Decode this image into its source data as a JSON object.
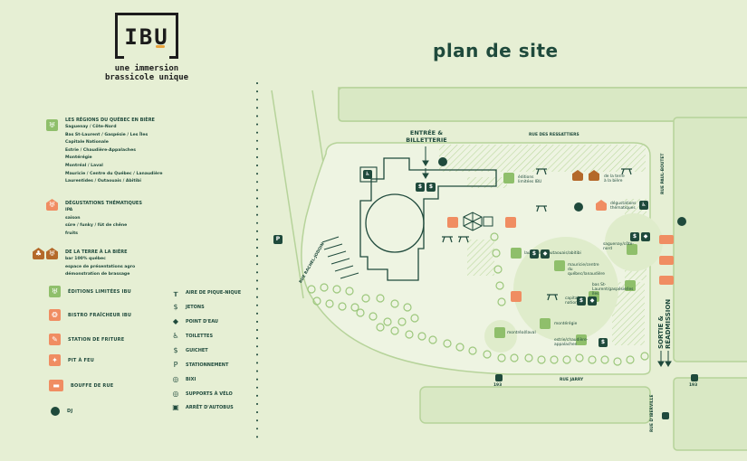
{
  "brand": {
    "logo_text": "IBU",
    "tagline_line1": "une immersion",
    "tagline_line2": "brassicole unique"
  },
  "title": "plan de site",
  "legend": {
    "regions": {
      "heading": "LES RÉGIONS DU QUÉBEC EN BIÈRE",
      "items": [
        "Saguenay / Côte-Nord",
        "Bas St-Laurent / Gaspésie / Les Îles",
        "Capitale Nationale",
        "Estrie / Chaudière-Appalaches",
        "Montérégie",
        "Montréal / Laval",
        "Mauricie / Centre du Québec / Lanaudière",
        "Laurentides / Outaouais / Abitibi"
      ]
    },
    "thematic": {
      "heading": "DÉGUSTATIONS THÉMATIQUES",
      "items": [
        "IPA",
        "saison",
        "sûre / funky / fût de chêne",
        "fruits"
      ]
    },
    "terroir": {
      "heading": "DE LA TERRE À LA BIÈRE",
      "items": [
        "bar 100% québec",
        "espace de présentations agro",
        "démonstration de brassage"
      ]
    },
    "zones": [
      {
        "label": "ÉDITIONS LIMITÉES IBU",
        "icon": "beer-glass-icon",
        "color": "#8fbf6b"
      },
      {
        "label": "BISTRO FRAÎCHEUR IBU",
        "icon": "bistro-icon",
        "color": "#f08d62"
      },
      {
        "label": "STATION DE FRITURE",
        "icon": "drumstick-icon",
        "color": "#f08d62"
      },
      {
        "label": "PIT À FEU",
        "icon": "fire-pit-icon",
        "color": "#f08d62"
      },
      {
        "label": "BOUFFE DE RUE",
        "icon": "food-truck-icon",
        "color": "#f08d62"
      },
      {
        "label": "DJ",
        "icon": "dj-icon",
        "color": "#1f4a3c"
      }
    ],
    "services": [
      {
        "label": "AIRE DE PIQUE-NIQUE",
        "icon": "picnic-table-icon",
        "glyph": "╥"
      },
      {
        "label": "JETONS",
        "icon": "token-icon",
        "glyph": "$"
      },
      {
        "label": "POINT D'EAU",
        "icon": "water-drop-icon",
        "glyph": "◆"
      },
      {
        "label": "TOILETTES",
        "icon": "toilets-icon",
        "glyph": "♿"
      },
      {
        "label": "GUICHET",
        "icon": "atm-icon",
        "glyph": "$"
      },
      {
        "label": "STATIONNEMENT",
        "icon": "parking-icon",
        "glyph": "P"
      },
      {
        "label": "BIXI",
        "icon": "bixi-bike-icon",
        "glyph": "◎"
      },
      {
        "label": "SUPPORTS À VÉLO",
        "icon": "bike-rack-icon",
        "glyph": "◎"
      },
      {
        "label": "ARRÊT D'AUTOBUS",
        "icon": "bus-stop-icon",
        "glyph": "▣"
      }
    ]
  },
  "map": {
    "entrance": "ENTRÉE & BILLETTERIE",
    "exit": "SORTIE & RÉADMISSION",
    "streets": {
      "top": "RUE DES RESSATTIERS",
      "right": "RUE PAUL-BOUTET",
      "left": "RUE RACHEL-JODOIN",
      "bottom": "RUE JARRY",
      "bottom_right": "RUE D'IBERVILLE"
    },
    "labels": {
      "ltd_editions": "éditions limitées IBU",
      "terroir": "de la terre à la bière",
      "thematic": "dégustations thématiques",
      "laurentides": "laurentides/outaouais/abitibi",
      "mauricie": "mauricie/centre du québec/lanaudière",
      "saguenay": "saguenay/côte-nord",
      "capitale": "capitale nationale",
      "bas_st_laurent": "bas St-Laurent/gaspésie/les îles",
      "monteregie": "montérégie",
      "montreal": "montréal/laval",
      "estrie": "estrie/chaudière-appalaches"
    },
    "bus_number": "193",
    "parking": "P"
  },
  "colors": {
    "background": "#e6efd4",
    "dark_green": "#1f4a3c",
    "light_green": "#8fbf6b",
    "orange": "#f08d62",
    "brown": "#b4692a"
  }
}
